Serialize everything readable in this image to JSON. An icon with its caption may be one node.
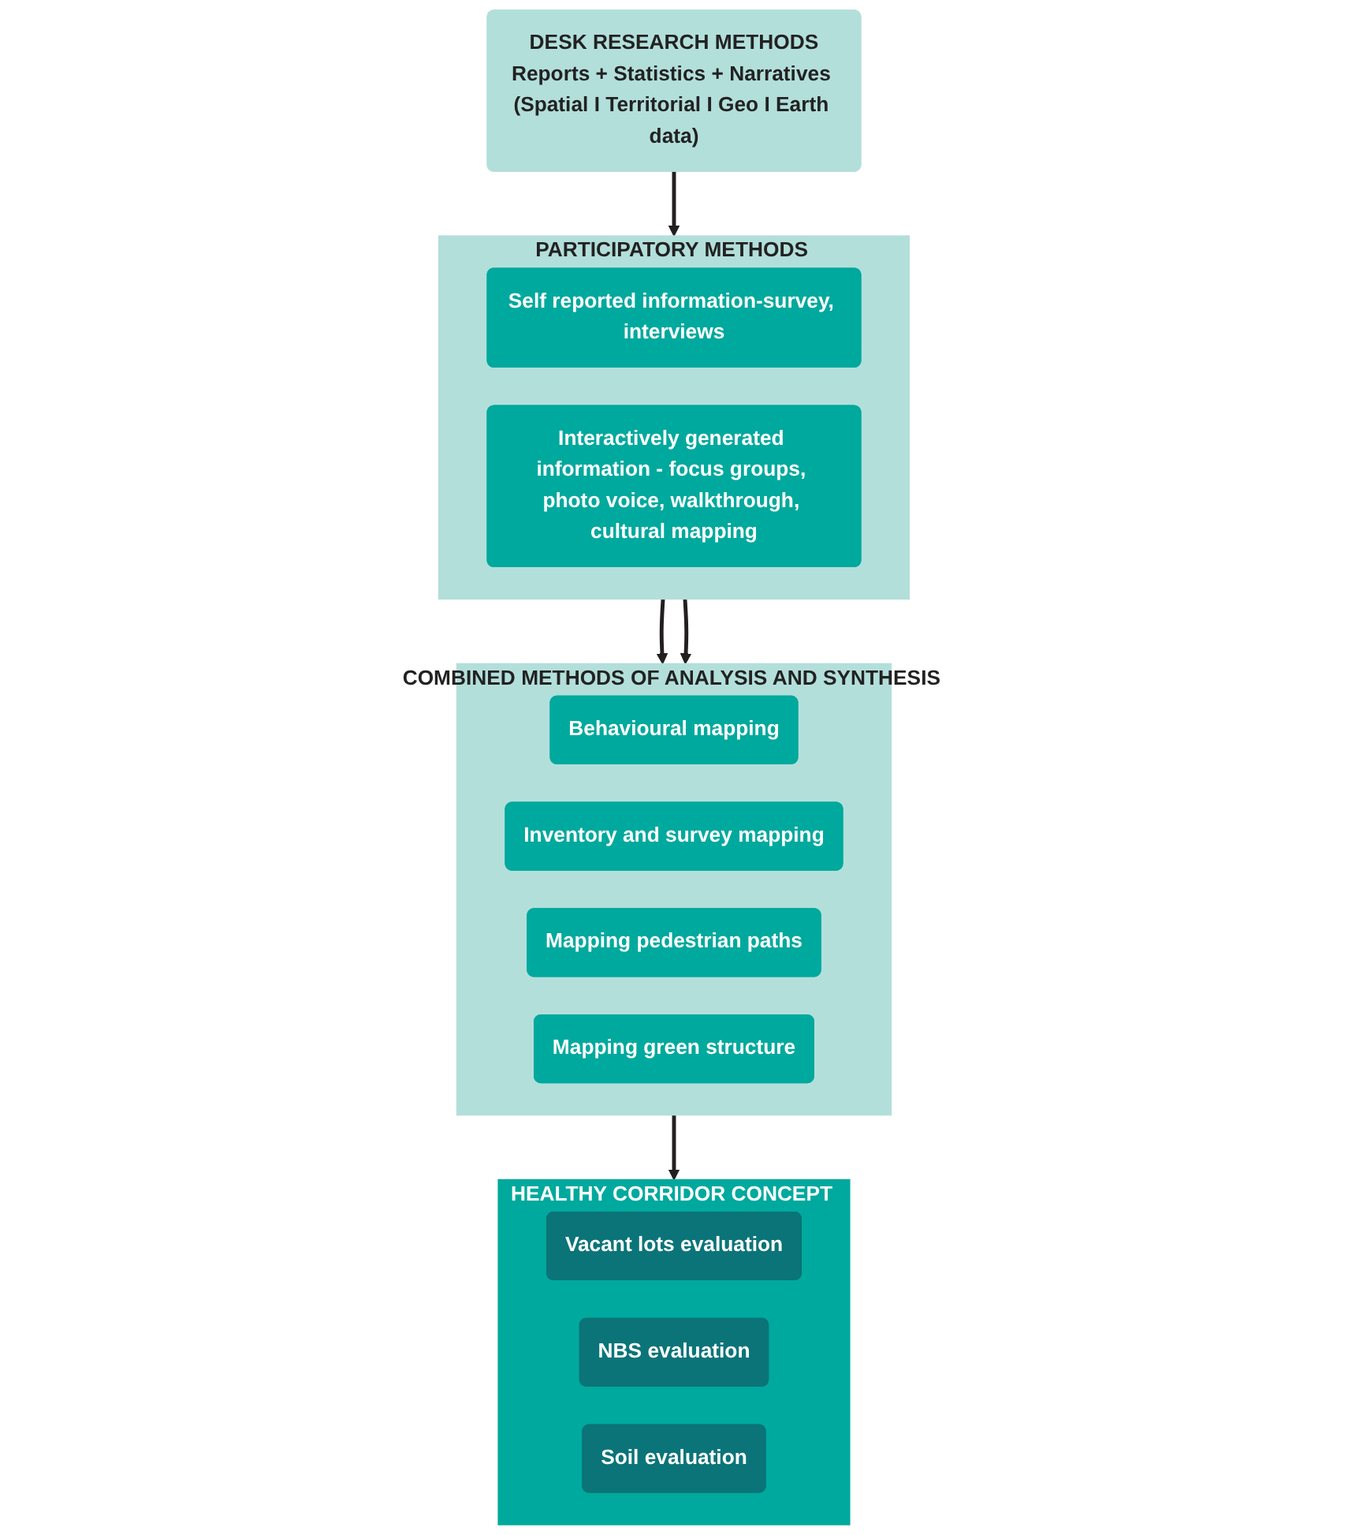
{
  "diagram": {
    "nodes": [
      {
        "text": [
          "DESK RESEARCH METHODS",
          "Reports + Statistics + Narratives (Spatial I Territorial I Geo I Earth data)"
        ]
      },
      {
        "text": [
          "PARTICIPATORY METHODS"
        ]
      },
      {
        "text": [
          "Self reported information-survey, interviews"
        ],
        "in": 1
      },
      {
        "text": [
          "Interactively generated information - focus groups, photo voice, walkthrough, cultural mapping"
        ],
        "in": 1
      },
      {
        "text": [
          "COMBINED METHODS OF ANALYSIS AND SYNTHESIS"
        ]
      },
      {
        "text": [
          "Behavioural mapping"
        ],
        "in": 4
      },
      {
        "text": [
          "Inventory and survey mapping"
        ],
        "in": 4
      },
      {
        "text": [
          "Mapping pedestrian paths"
        ],
        "in": 4
      },
      {
        "text": [
          "Mapping green structure"
        ],
        "in": 4
      },
      {
        "text": [
          "HEALTHY CORRIDOR CONCEPT"
        ]
      },
      {
        "text": [
          "Vacant lots evaluation"
        ],
        "in": 9
      },
      {
        "text": [
          "NBS evaluation"
        ],
        "in": 9
      },
      {
        "text": [
          "Soil evaluation"
        ],
        "in": 9
      }
    ],
    "edges": [
      {
        "from": 0,
        "to": 1,
        "arrow": "to"
      },
      {
        "from": 1,
        "to": 4,
        "arrow": "to"
      },
      {
        "from": 1,
        "to": 4,
        "arrow": "to"
      },
      {
        "from": 4,
        "to": 9,
        "arrow": "to"
      }
    ]
  }
}
